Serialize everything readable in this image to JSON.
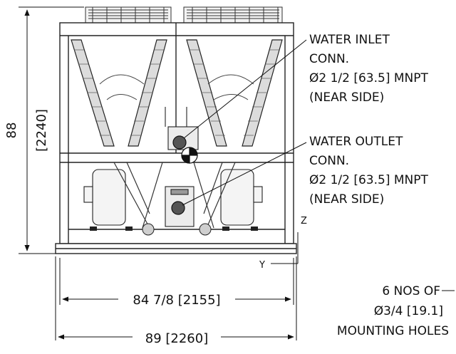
{
  "callouts": {
    "inlet": [
      "WATER INLET",
      "CONN.",
      "Ø2 1/2 [63.5] MNPT",
      "(NEAR SIDE)"
    ],
    "outlet": [
      "WATER OUTLET",
      "CONN.",
      "Ø2 1/2 [63.5] MNPT",
      "(NEAR SIDE)"
    ],
    "mounting": [
      "6 NOS OF",
      "Ø3/4 [19.1]",
      "MOUNTING HOLES"
    ]
  },
  "dimensions": {
    "height_in": "88",
    "height_mm": "[2240]",
    "inner_width": "84 7/8 [2155]",
    "overall_width": "89 [2260]"
  },
  "axes": {
    "z": "Z",
    "y": "Y"
  }
}
